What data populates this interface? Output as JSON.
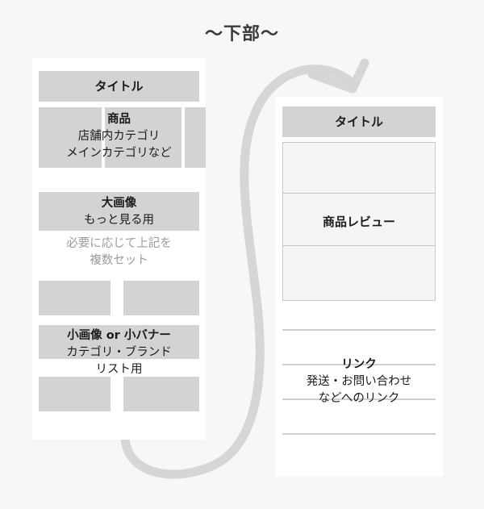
{
  "page": {
    "title": "〜下部〜",
    "background_color": "#f7f7f7",
    "block_color": "#d3d3d3",
    "cell_fill_color": "#f5f5f5",
    "cell_border_color": "#c9c9c9",
    "rule_color": "#cfcfcf",
    "arrow_color": "#d6d6d6"
  },
  "left_panel": {
    "name": "左カラム",
    "title_bar": {
      "label": "タイトル"
    },
    "product_section": {
      "line1": "商品",
      "line2": "店舗内カテゴリ",
      "line3": "メインカテゴリなど"
    },
    "large_image_bar": {
      "line1": "大画像",
      "line2": "もっと見る用"
    },
    "note": {
      "line1": "必要に応じて上記を",
      "line2": "複数セット"
    },
    "small_image_section": {
      "line1": "小画像 or 小バナー",
      "line2": "カテゴリ・ブランド",
      "line3": "リスト用"
    }
  },
  "right_panel": {
    "name": "右カラム",
    "title_bar": {
      "label": "タイトル"
    },
    "review_cell": {
      "label": "商品レビュー"
    },
    "link_section": {
      "line1": "リンク",
      "line2": "発送・お問い合わせ",
      "line3": "などへのリンク"
    }
  },
  "arrow": {
    "name": "flow-arrow",
    "description": "左カラムから右カラムへ向かう曲線矢印"
  }
}
